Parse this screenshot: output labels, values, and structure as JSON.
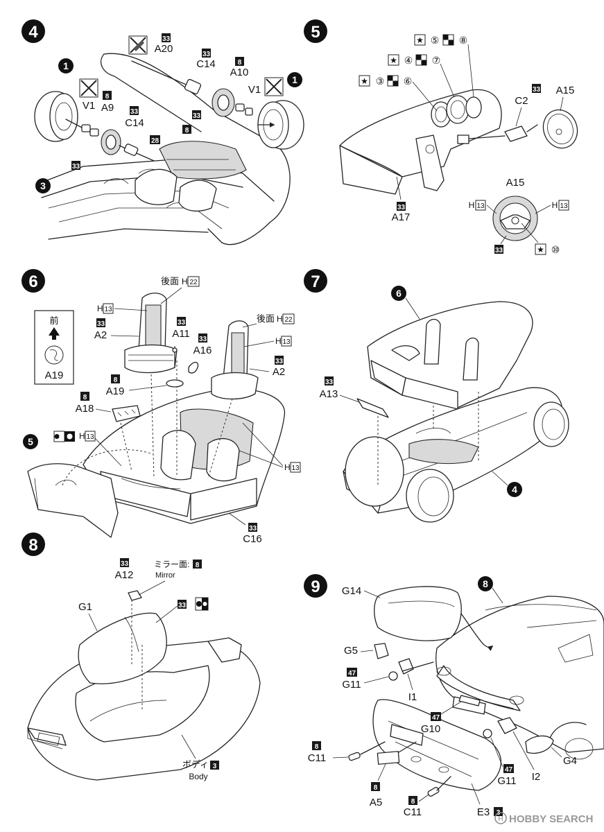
{
  "steps": {
    "s4": {
      "number": "4"
    },
    "s5": {
      "number": "5"
    },
    "s6": {
      "number": "6"
    },
    "s7": {
      "number": "7"
    },
    "s8": {
      "number": "8"
    },
    "s9": {
      "number": "9"
    }
  },
  "ref_badges": {
    "r1": "1",
    "r3": "3",
    "r1b": "1",
    "r6": "6",
    "r5": "5",
    "r4": "4",
    "r8": "8"
  },
  "paint_codes": {
    "c33": "33",
    "c8": "8",
    "c28": "28",
    "c47": "47",
    "c3": "3",
    "h13": "13",
    "h22": "22"
  },
  "parts": {
    "A20": "A20",
    "C14": "C14",
    "A10": "A10",
    "V1": "V1",
    "A9": "A9",
    "A15": "A15",
    "C2": "C2",
    "A17": "A17",
    "A2": "A2",
    "A11": "A11",
    "A16": "A16",
    "A19": "A19",
    "A18": "A18",
    "C16": "C16",
    "A13": "A13",
    "A12": "A12",
    "G1": "G1",
    "G14": "G14",
    "G5": "G5",
    "G11": "G11",
    "G10": "G10",
    "C11": "C11",
    "A5": "A5",
    "E3": "E3",
    "G4": "G4",
    "I1": "I1",
    "I2": "I2",
    "H": "H"
  },
  "text": {
    "rear_face_ja": "後面",
    "front_ja": "前",
    "mirror_face_ja": "ミラー面:",
    "mirror_en": "Mirror",
    "body_ja": "ボディ",
    "body_en": "Body",
    "watermark": "HOBBY SEARCH"
  },
  "mix_numbers": {
    "n3": "③",
    "n4": "④",
    "n5": "⑤",
    "n6": "⑥",
    "n7": "⑦",
    "n8": "⑧",
    "n10": "⑩"
  }
}
